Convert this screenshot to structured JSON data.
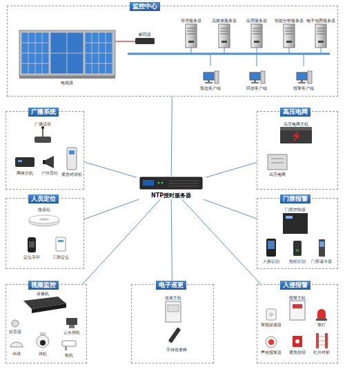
{
  "diagram": {
    "nodes": [
      {
        "text": [
          "监控中心"
        ]
      },
      {
        "text": [
          "广播系统"
        ]
      },
      {
        "text": [
          "高压电网"
        ]
      },
      {
        "text": [
          "NTP授时服务器"
        ]
      },
      {
        "text": [
          "人员定位"
        ]
      },
      {
        "text": [
          "门禁报警"
        ]
      },
      {
        "text": [
          "视频监控"
        ]
      },
      {
        "text": [
          "电子巡更"
        ]
      },
      {
        "text": [
          "入侵报警"
        ]
      }
    ],
    "edges": [
      {
        "from": 3,
        "to": 0,
        "arrow": "none"
      },
      {
        "from": 3,
        "to": 1,
        "arrow": "none"
      },
      {
        "from": 3,
        "to": 2,
        "arrow": "none"
      },
      {
        "from": 3,
        "to": 4,
        "arrow": "none"
      },
      {
        "from": 3,
        "to": 5,
        "arrow": "none"
      },
      {
        "from": 3,
        "to": 6,
        "arrow": "none"
      },
      {
        "from": 3,
        "to": 7,
        "arrow": "none"
      },
      {
        "from": 3,
        "to": 8,
        "arrow": "none"
      }
    ],
    "labels": [
      "电视墙",
      "解码器",
      "管理服务器",
      "流媒体服务器",
      "应用服务器",
      "智能分析服务器",
      "电子地图服务器",
      "预览客户端",
      "回放客户端",
      "报警客户端",
      "广播话筒",
      "网络主机",
      "户外音柱",
      "紧急对讲机",
      "微基站",
      "定位手环",
      "工牌定位",
      "录像机",
      "拾音器",
      "云台相机",
      "半球",
      "球机",
      "枪机",
      "巡更主机",
      "手持巡更棒",
      "高压电网主机",
      "高压电网",
      "门禁控制器",
      "人脸识别",
      "指纹识别",
      "门禁读卡器",
      "报警主机",
      "警报探测器",
      "警灯",
      "声光报警器",
      "紧急按钮",
      "红外对射"
    ]
  }
}
